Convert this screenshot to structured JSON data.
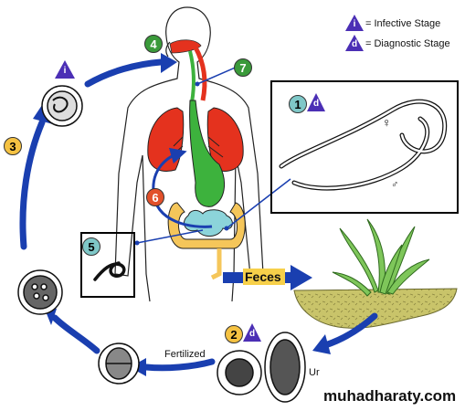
{
  "legend": {
    "infective_symbol": "i",
    "infective_text": "= Infective Stage",
    "diagnostic_symbol": "d",
    "diagnostic_text": "= Diagnostic Stage"
  },
  "stages": {
    "s1": "1",
    "s2": "2",
    "s3": "3",
    "s4": "4",
    "s5": "5",
    "s6": "6",
    "s7": "7"
  },
  "stage_marks": {
    "i_mark": "i",
    "d_mark_1": "d",
    "d_mark_2": "d"
  },
  "labels": {
    "feces": "Feces",
    "fertilized": "Fertilized",
    "unfertilized_abbrev": "Ur",
    "female_symbol": "♀",
    "male_symbol": "♂"
  },
  "watermark": "muhadharaty.com",
  "colors": {
    "badge_green": "#3a9a3a",
    "badge_yellow": "#f5c242",
    "badge_teal": "#7fc8c8",
    "badge_red": "#e2502a",
    "legend_purple": "#4b2fb5",
    "arrow_blue": "#1a3fb0",
    "lung_red": "#e4321e",
    "esophagus_green": "#3db23d",
    "intestine_yellow": "#f5c65a",
    "intestine_teal": "#8cd4da",
    "soil_olive": "#c9c46a"
  }
}
